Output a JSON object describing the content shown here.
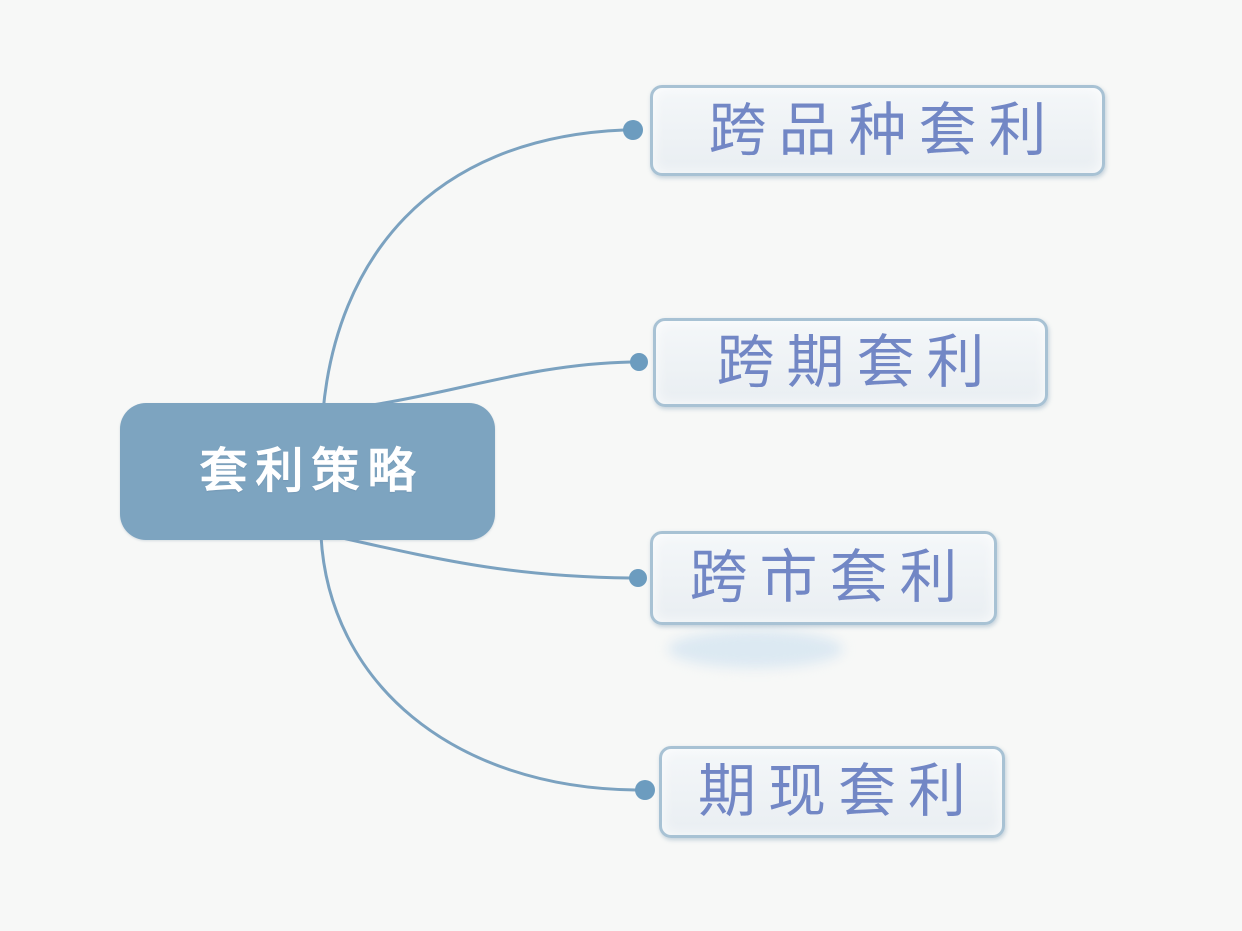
{
  "diagram": {
    "type": "mindmap",
    "root": {
      "label": "套利策略"
    },
    "children": [
      {
        "label": "跨品种套利"
      },
      {
        "label": "跨期套利"
      },
      {
        "label": "跨市套利"
      },
      {
        "label": "期现套利"
      }
    ]
  },
  "colors": {
    "background": "#f7f8f7",
    "root_fill": "#7da4c0",
    "root_text": "#ffffff",
    "child_border": "#a8c2d4",
    "child_fill": "#eef2f5",
    "child_text": "#7287c5",
    "edge": "#7ba2c0",
    "dot": "#6c9cbf"
  }
}
